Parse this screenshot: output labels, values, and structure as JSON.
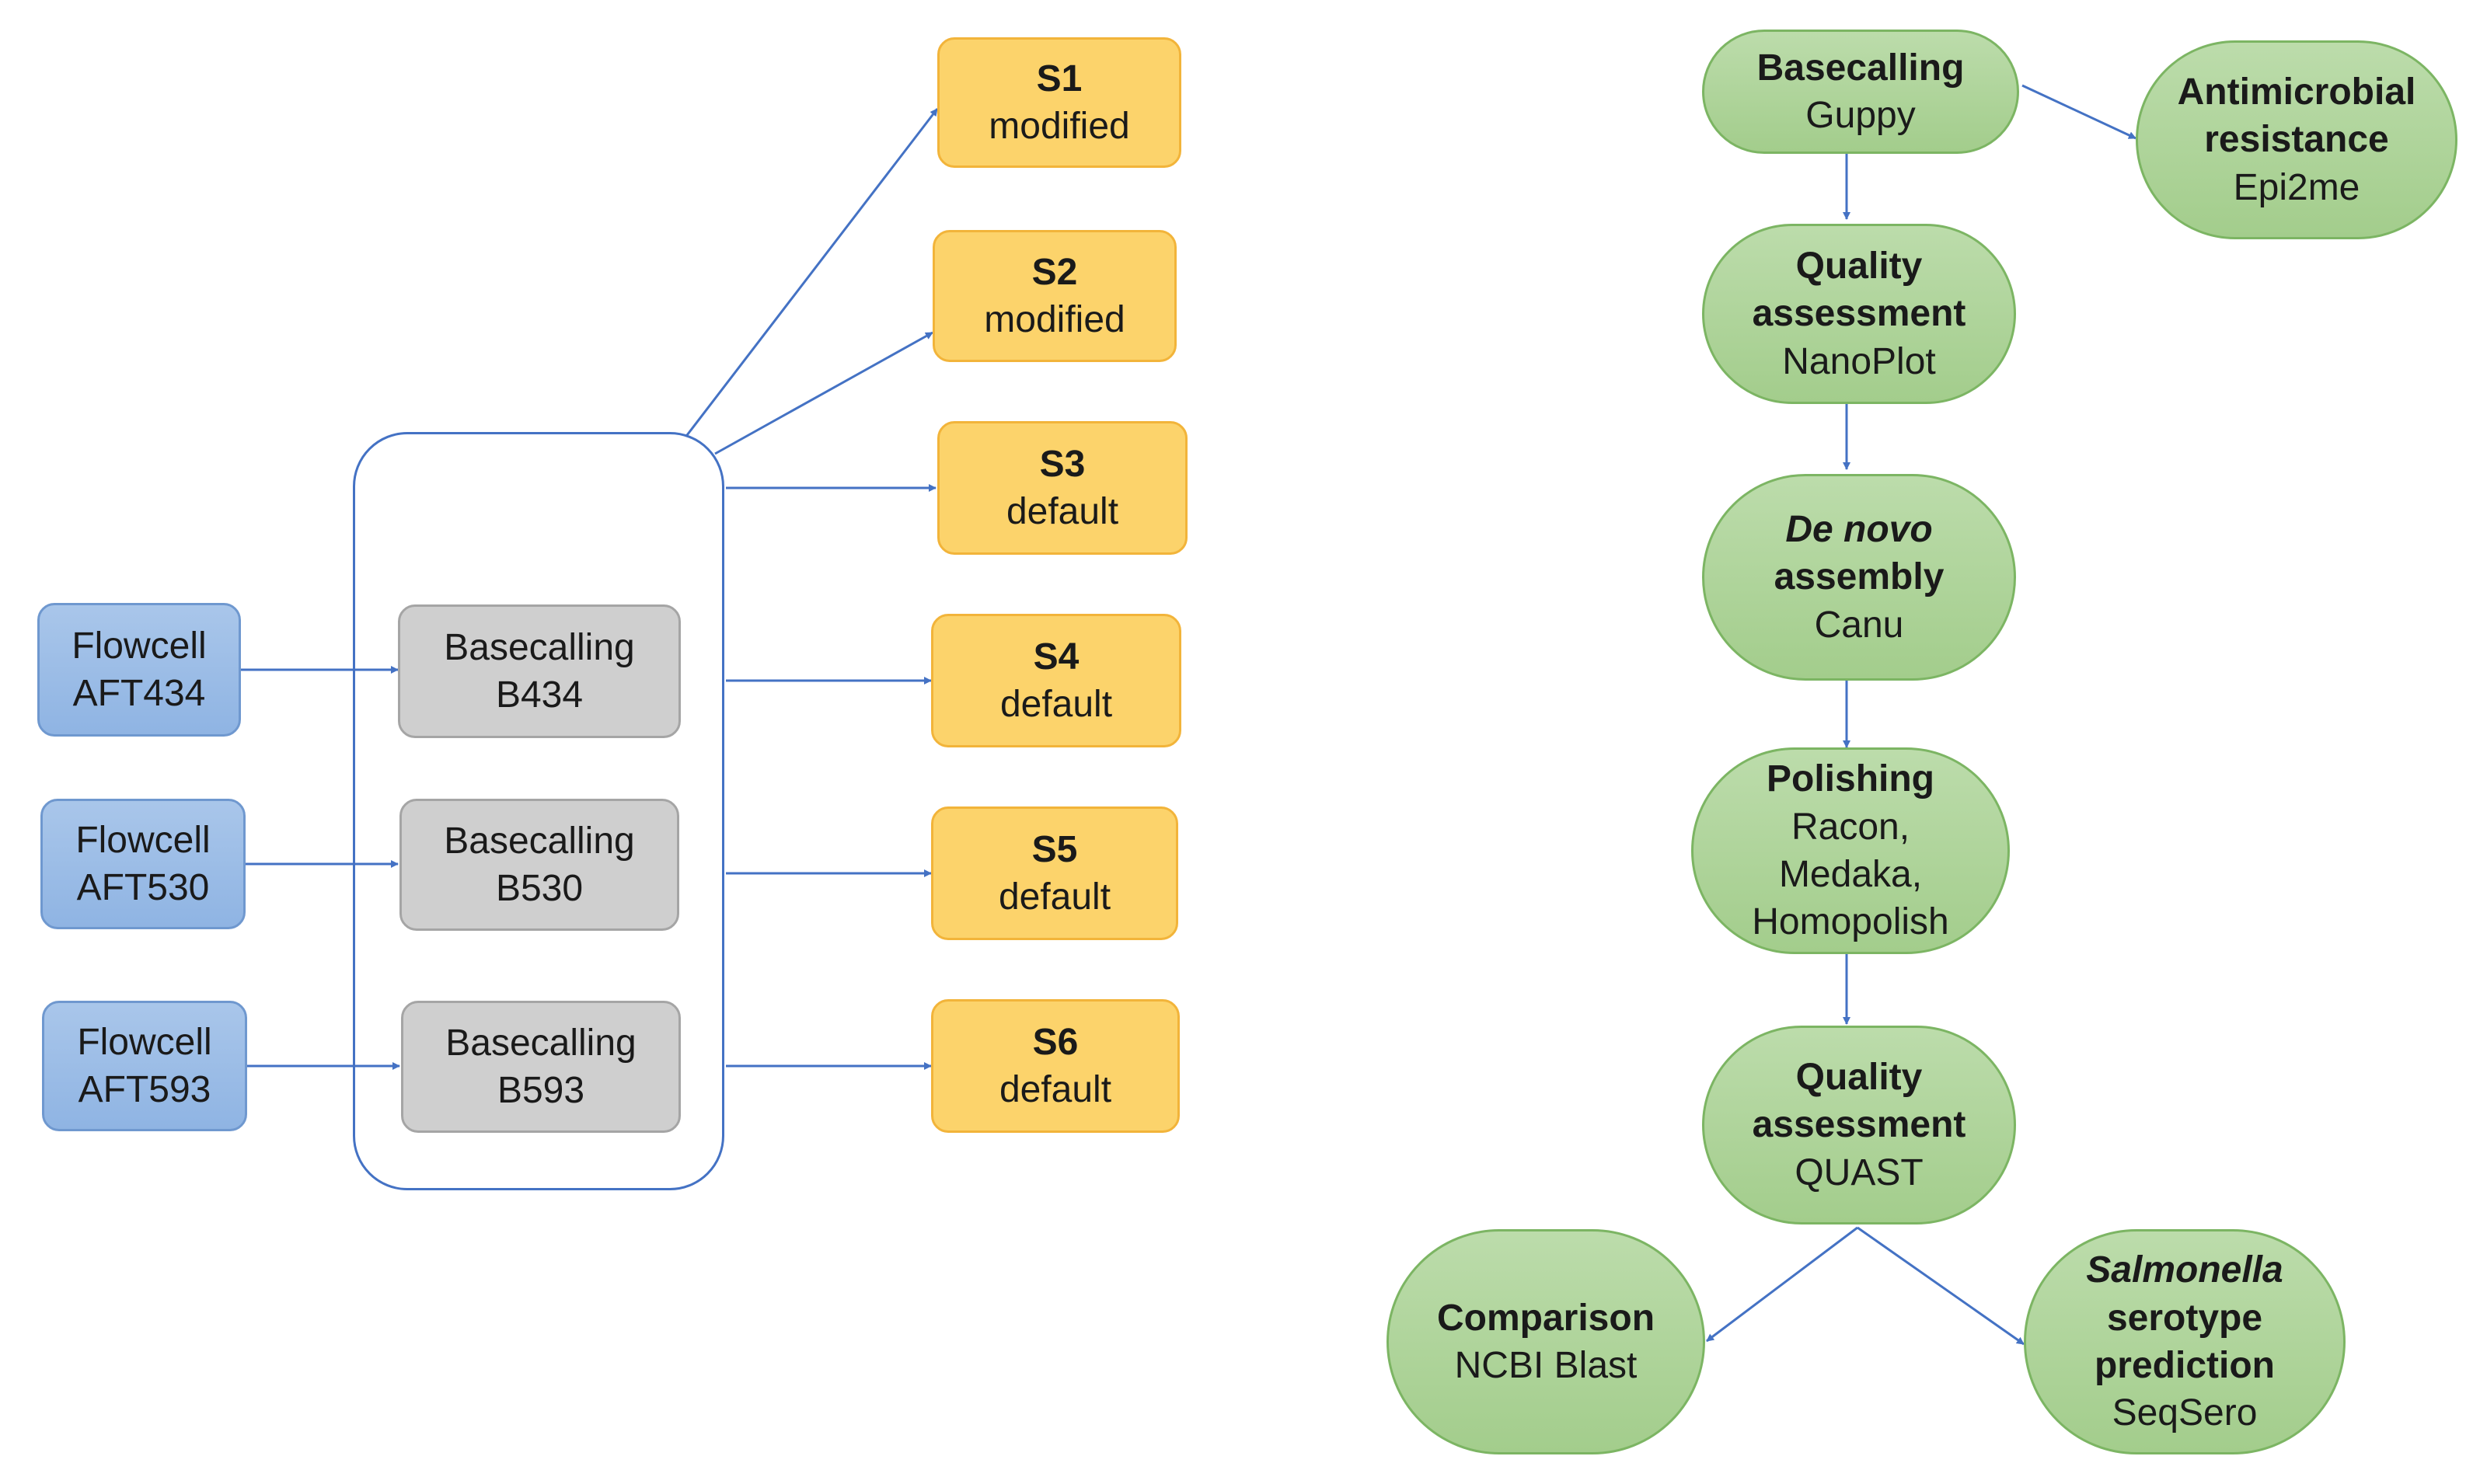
{
  "flowcells": [
    {
      "line1": "Flowcell",
      "line2": "AFT434"
    },
    {
      "line1": "Flowcell",
      "line2": "AFT530"
    },
    {
      "line1": "Flowcell",
      "line2": "AFT593"
    }
  ],
  "basecalls": [
    {
      "line1": "Basecalling",
      "line2": "B434"
    },
    {
      "line1": "Basecalling",
      "line2": "B530"
    },
    {
      "line1": "Basecalling",
      "line2": "B593"
    }
  ],
  "samples": [
    {
      "id": "S1",
      "mode": "modified"
    },
    {
      "id": "S2",
      "mode": "modified"
    },
    {
      "id": "S3",
      "mode": "default"
    },
    {
      "id": "S4",
      "mode": "default"
    },
    {
      "id": "S5",
      "mode": "default"
    },
    {
      "id": "S6",
      "mode": "default"
    }
  ],
  "pipeline": {
    "basecalling": {
      "title": "Basecalling",
      "tool": "Guppy"
    },
    "amr": {
      "title1": "Antimicrobial",
      "title2": "resistance",
      "tool": "Epi2me"
    },
    "qa1": {
      "title1": "Quality",
      "title2": "assessment",
      "tool": "NanoPlot"
    },
    "assembly": {
      "title_italic": "De novo",
      "title2": "assembly",
      "tool": "Canu"
    },
    "polishing": {
      "title": "Polishing",
      "tool1": "Racon,",
      "tool2": "Medaka,",
      "tool3": "Homopolish"
    },
    "qa2": {
      "title1": "Quality",
      "title2": "assessment",
      "tool": "QUAST"
    },
    "comparison": {
      "title": "Comparison",
      "tool": "NCBI Blast"
    },
    "serotype": {
      "title_italic": "Salmonella",
      "title2": "serotype",
      "title3": "prediction",
      "tool": "SeqSero"
    }
  },
  "colors": {
    "edge": "#4472c4",
    "flowcell": "#9bbce6",
    "basecalling": "#cfcfcf",
    "sample": "#fcd36b",
    "pipeline": "#a9d18e"
  }
}
